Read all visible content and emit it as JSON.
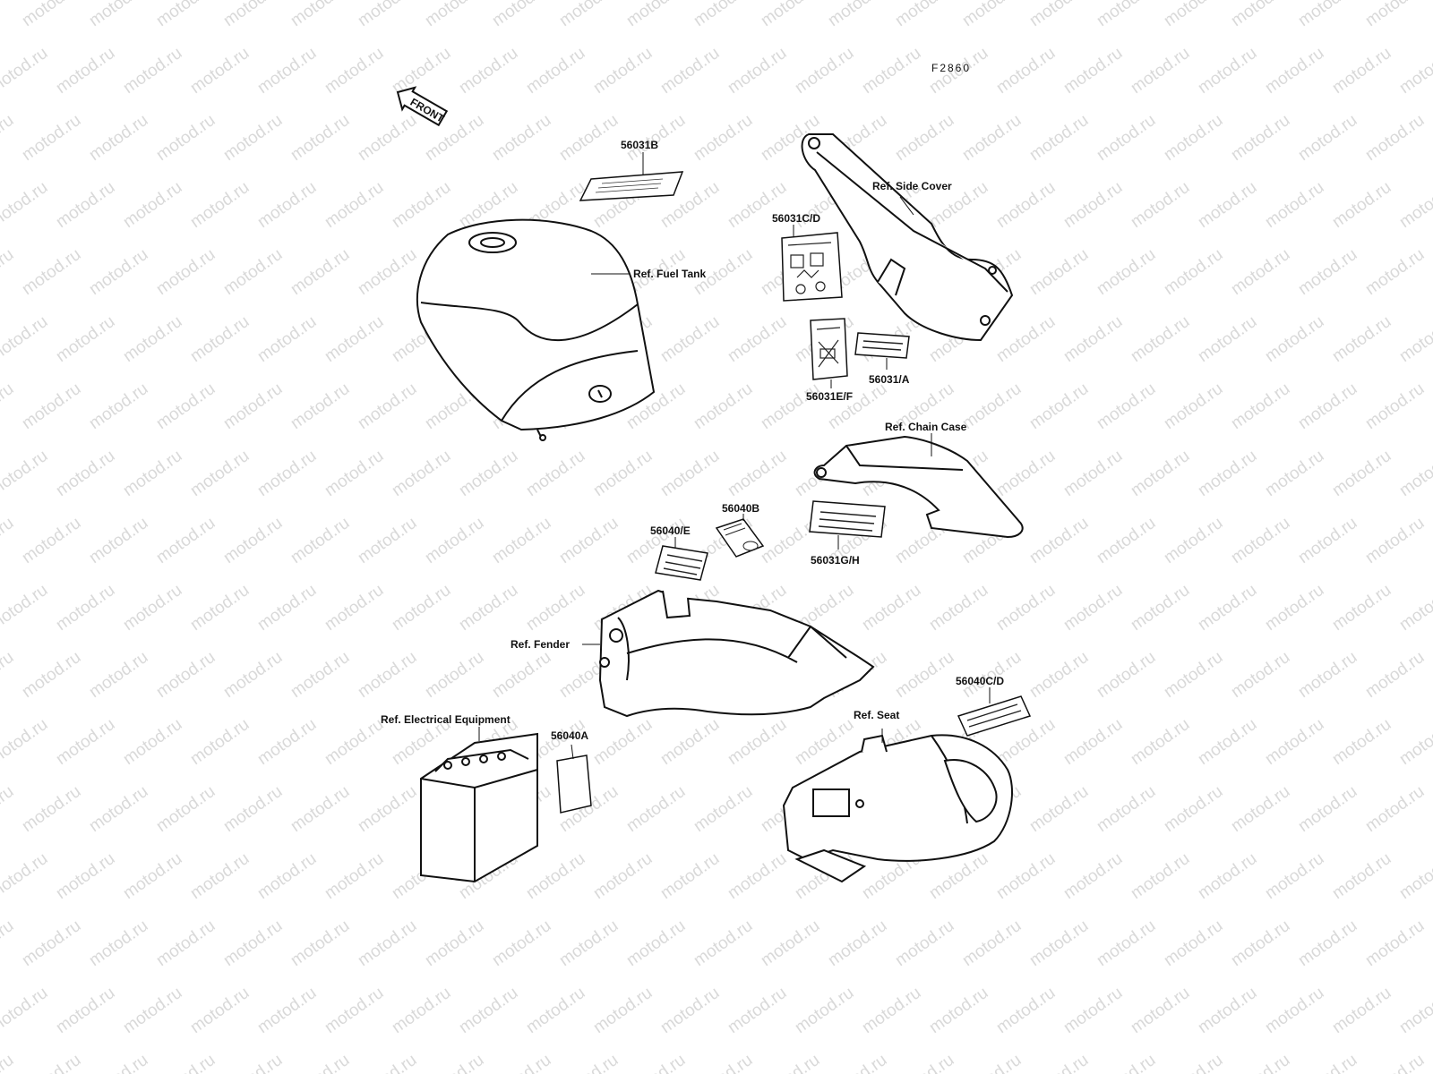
{
  "figure_code": "F2860",
  "front_arrow_text": "FRONT",
  "watermark_text": "motod.ru",
  "colors": {
    "ink": "#111111",
    "watermark": "#d9d9d9",
    "background": "#ffffff"
  },
  "labels": {
    "part_56031b": "56031B",
    "ref_fuel_tank": "Ref. Fuel Tank",
    "ref_side_cover": "Ref. Side Cover",
    "part_56031cd": "56031C/D",
    "part_56031ef": "56031E/F",
    "part_56031a": "56031/A",
    "ref_chain_case": "Ref. Chain Case",
    "part_56040b": "56040B",
    "part_56040e": "56040/E",
    "part_56031gh": "56031G/H",
    "ref_fender": "Ref. Fender",
    "part_56040cd": "56040C/D",
    "ref_seat": "Ref. Seat",
    "ref_electrical_equipment": "Ref. Electrical Equipment",
    "part_56040a": "56040A"
  }
}
